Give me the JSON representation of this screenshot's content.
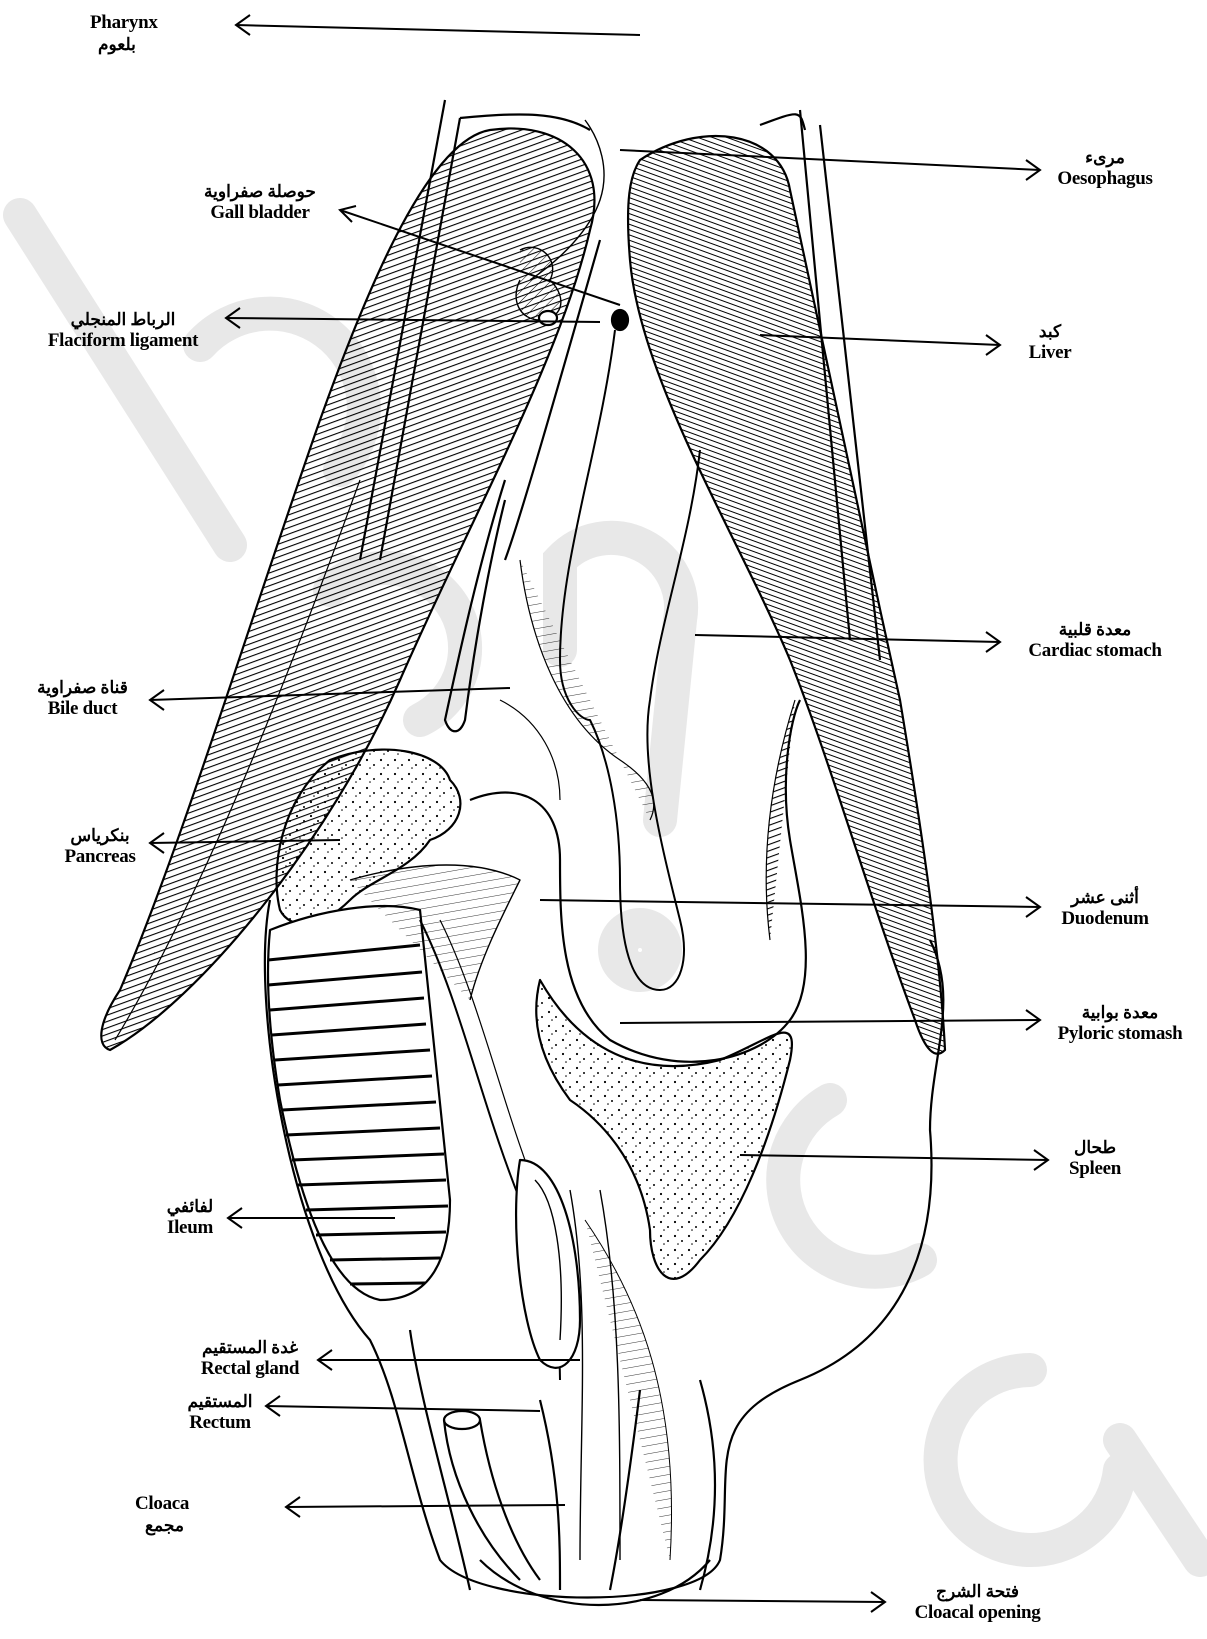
{
  "labels": {
    "pharynx": {
      "en": "Pharynx",
      "ar": "بلعوم"
    },
    "oesophagus": {
      "en": "Oesophagus",
      "ar": "مرىء"
    },
    "gall_bladder": {
      "en": "Gall bladder",
      "ar": "حوصلة صفراوية"
    },
    "falciform": {
      "en": "Flaciform ligament",
      "ar": "الرباط المنجلي"
    },
    "liver": {
      "en": "Liver",
      "ar": "كبد"
    },
    "cardiac": {
      "en": "Cardiac stomach",
      "ar": "معدة قلبية"
    },
    "bile_duct": {
      "en": "Bile duct",
      "ar": "قناة صفراوية"
    },
    "pancreas": {
      "en": "Pancreas",
      "ar": "بنكرياس"
    },
    "duodenum": {
      "en": "Duodenum",
      "ar": "أثنى عشر"
    },
    "pyloric": {
      "en": "Pyloric stomash",
      "ar": "معدة بوابية"
    },
    "spleen": {
      "en": "Spleen",
      "ar": "طحال"
    },
    "ileum": {
      "en": "Ileum",
      "ar": "لفائفي"
    },
    "rectal_gland": {
      "en": "Rectal gland",
      "ar": "غدة المستقيم"
    },
    "rectum": {
      "en": "Rectum",
      "ar": "المستقيم"
    },
    "cloaca": {
      "en": "Cloaca",
      "ar": "مجمع"
    },
    "cloacal_opening": {
      "en": "Cloacal opening",
      "ar": "فتحة الشرج"
    }
  },
  "colors": {
    "ink": "#000000",
    "watermark": "#e6e6e6"
  }
}
